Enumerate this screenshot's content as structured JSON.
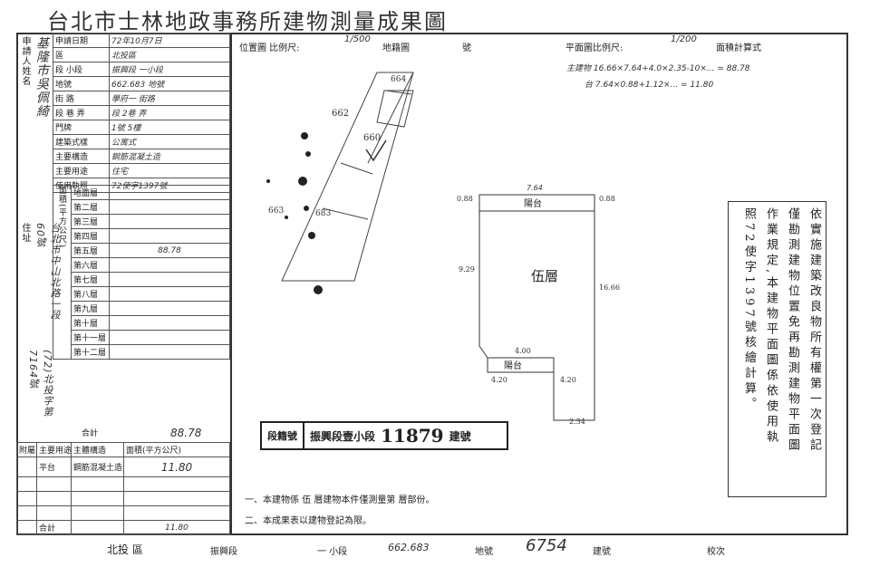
{
  "title": "台北市士林地政事務所建物測量成果圖",
  "left": {
    "rows": [
      {
        "label": "申請日期",
        "value": "72年10月7日"
      },
      {
        "label": "區",
        "value": "北投區"
      },
      {
        "label": "段 小段",
        "value": "振興段 一小段"
      },
      {
        "label": "地號",
        "value": "662.683 地號"
      },
      {
        "label": "街 路",
        "value": "學府一 街路"
      },
      {
        "label": "段 巷 弄",
        "value": "段 2巷 弄"
      },
      {
        "label": "門牌",
        "value": "1號 5樓"
      },
      {
        "label": "建築式樣",
        "value": "公寓式"
      },
      {
        "label": "主要構造",
        "value": "鋼筋混凝土造"
      },
      {
        "label": "主要用途",
        "value": "住宅"
      },
      {
        "label": "使用執照",
        "value": "72使字1397號"
      }
    ],
    "applicant_label": "申請人姓名",
    "applicant_value": "基隆市吳佩綺",
    "address_label": "住址",
    "address_value": "台北市中山北路一段60號",
    "floors": [
      "地面層",
      "第二層",
      "第三層",
      "第四層",
      "第五層",
      "第六層",
      "第七層",
      "第八層",
      "第九層",
      "第十層",
      "第十一層",
      "第十二層"
    ],
    "area_label": "面積(平方公尺)",
    "area_value": "88.78",
    "total_label": "合計",
    "total_value": "88.78",
    "attach_header": [
      "附屬建物",
      "主要用途",
      "主體構造",
      "面積(平方公尺)"
    ],
    "attach_row": [
      "平台",
      "鋼筋混凝土造",
      "11.80"
    ],
    "attach_total": "11.80",
    "stamp_number": "(72)北投字第7164號"
  },
  "map": {
    "location_label": "位置圖 比例尺:",
    "location_scale": "1/500",
    "map_suffix": "地籍圖",
    "number_label": "號",
    "plan_scale_label": "平面圖比例尺:",
    "plan_scale": "1/200",
    "area_calc_label": "面積計算式",
    "calc_main": "主建物 16.66×7.64+4.0×2.35-10×... = 88.78",
    "calc_platform": "台 7.64×0.88+1.12×... = 11.80",
    "parcel_labels": [
      "662",
      "660",
      "683",
      "663",
      "664"
    ]
  },
  "plan": {
    "floor_name": "伍層",
    "platform_label": "陽台",
    "dims": [
      "7.64",
      "0.88",
      "0.88",
      "9.29",
      "16.66",
      "4.00",
      "4.20",
      "4.20",
      "2.34"
    ]
  },
  "note": {
    "text": "依實施建築改良物所有權第一次登記僅勘測建物位置免再勘測建物平面圖作業規定,本建物平面圖係依使用執照72使字1397號核繪計算。"
  },
  "stamp": {
    "left": "段籍號",
    "middle": "振興段壹小段",
    "number": "11879",
    "suffix": "建號"
  },
  "footer_notes": [
    "一、本建物係 伍 層建物本件僅測量第 層部份。",
    "二、本成果表以建物登記為限。"
  ],
  "bottom": {
    "district": "北投 區",
    "section": "振興段",
    "sub": "一 小段",
    "parcel": "662.683",
    "parcel_label": "地號",
    "building_no": "6754",
    "building_label": "建號",
    "checker": "校次"
  }
}
